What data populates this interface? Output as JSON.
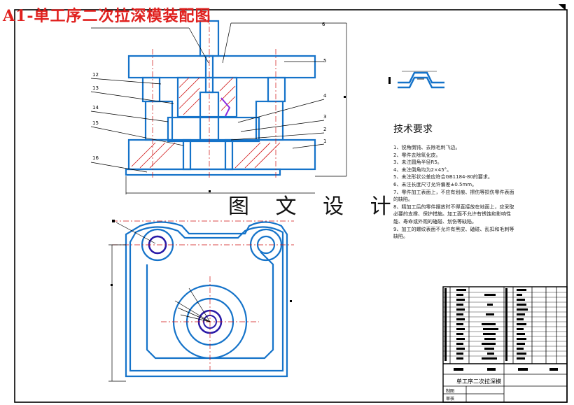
{
  "title": "A1-单工序二次拉深模装配图",
  "watermark": "图 文 设 计",
  "tech_requirements": {
    "heading": "技术要求",
    "items": [
      "1、锐角倒钝、去除毛刺飞边。",
      "2、零件去除氧化皮。",
      "3、未注圆角半径R5。",
      "4、未注倒角均为2×45°。",
      "5、未注形状公差应符合GB1184-80的要求。",
      "6、未注长度尺寸允许偏差±0.5mm。",
      "7、零件加工表面上，不应有划痕、擦伤等损伤零件表面的缺陷。",
      "8、精加工后的零件摆放时不得直接放在地面上，应采取必要的支撑、保护措施。加工面不允许有锈蚀和影响性能、寿命或外观的磕碰、划伤等缺陷。",
      "9、加工的螺纹表面不允许有黑皮、磕碰、乱扣和毛刺等缺陷。"
    ]
  },
  "part_labels": [
    "1",
    "2",
    "3",
    "4",
    "5",
    "6",
    "12",
    "13",
    "14",
    "15",
    "16"
  ],
  "title_block": {
    "drawing_name": "单工序二次拉深模",
    "row_labels": [
      "制图",
      "审核"
    ]
  },
  "colors": {
    "part_outline": "#1573c9",
    "title_red": "#e0201e",
    "hatch": "#d01010",
    "bolt_purple": "#8a2be2",
    "lines": "#000000"
  }
}
